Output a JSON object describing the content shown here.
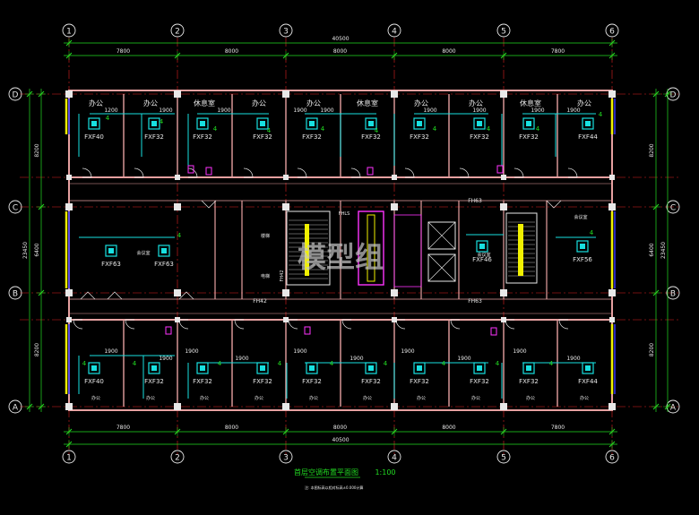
{
  "drawing": {
    "title": "首层空调布置平面图",
    "scale": "1:100",
    "note": "注: 本图标高以相对标高±0.000计算"
  },
  "watermark": "模型组",
  "grid": {
    "columns": [
      "1",
      "2",
      "3",
      "4",
      "5",
      "6"
    ],
    "rows": [
      "D",
      "C",
      "B",
      "A"
    ]
  },
  "dimensions": {
    "top_spans": [
      "7800",
      "8000",
      "8000",
      "8000",
      "7800"
    ],
    "bottom_spans": [
      "7800",
      "8000",
      "8000",
      "8000",
      "7800"
    ],
    "total": "40500",
    "left_spans": [
      "8200",
      "6400",
      "8200"
    ],
    "left_total": "23450",
    "right_spans": [
      "8200",
      "6400",
      "8200"
    ],
    "right_total": "23450"
  },
  "rooms_top": [
    "办公",
    "办公",
    "休息室",
    "办公",
    "办公",
    "休息室",
    "办公",
    "办公",
    "休息室",
    "办公"
  ],
  "rooms_mid": [
    "会议室",
    "会议室",
    "会议室"
  ],
  "rooms_bottom": [
    "办公",
    "办公",
    "办公",
    "办公",
    "办公",
    "办公",
    "办公",
    "办公",
    "办公",
    "办公"
  ],
  "units_top": [
    "FXF40",
    "FXF32",
    "FXF32",
    "FXF32",
    "FXF32",
    "FXF32",
    "FXF32",
    "FXF32",
    "FXF32",
    "FXF44"
  ],
  "units_mid": [
    "FXF63",
    "FXF63",
    "FXF46",
    "FXF56"
  ],
  "units_bottom": [
    "FXF40",
    "FXF32",
    "FXF32",
    "FXF32",
    "FXF32",
    "FXF32",
    "FXF32",
    "FXF32",
    "FXF32",
    "FXF44"
  ],
  "pipe_dims_top": [
    "1200",
    "1900",
    "1900",
    "1900",
    "1900",
    "1900",
    "1900",
    "1900",
    "1900"
  ],
  "pipe_dims_bottom": [
    "1900",
    "1900",
    "1900",
    "1900",
    "1900",
    "1900",
    "1900",
    "1900",
    "1900",
    "1900"
  ],
  "core_labels": [
    "FHLS",
    "FH42",
    "FH63",
    "FH42",
    "FH63",
    "楼梯",
    "电梯"
  ]
}
